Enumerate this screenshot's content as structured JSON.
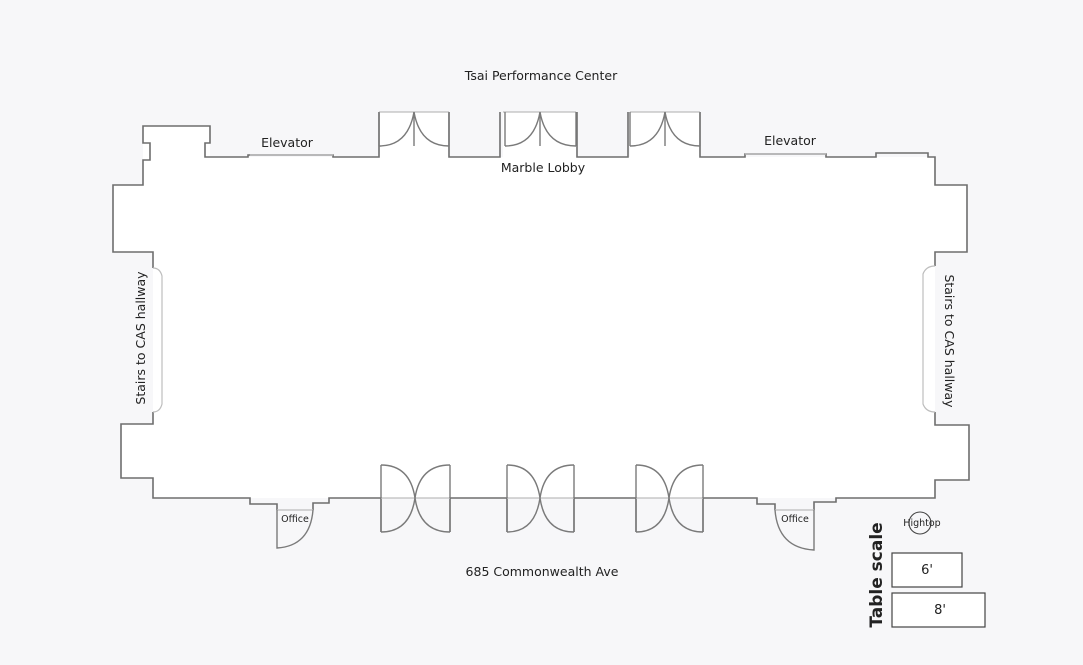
{
  "labels": {
    "north_venue": "Tsai Performance Center",
    "lobby": "Marble Lobby",
    "elevator_left": "Elevator",
    "elevator_right": "Elevator",
    "stairs_left": "Stairs to CAS hallway",
    "stairs_right": "Stairs to CAS hallway",
    "office_left": "Office",
    "office_right": "Office",
    "street": "685 Commonwealth Ave"
  },
  "table_scale": {
    "title": "Table scale",
    "hightop": "Hightop",
    "table_6": "6'",
    "table_8": "8'"
  }
}
